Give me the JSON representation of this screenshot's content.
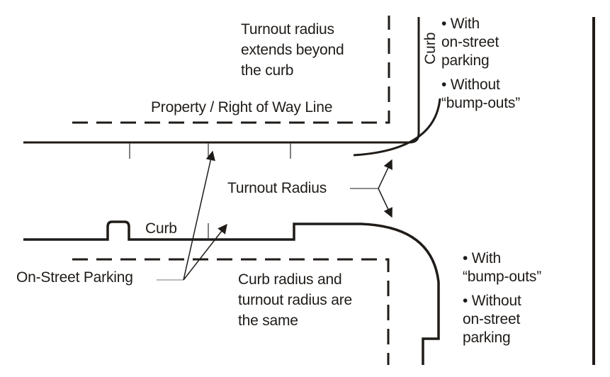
{
  "colors": {
    "ink": "#1f1b18",
    "thin_line": "#555555"
  },
  "labels": {
    "turnout_note": "Turnout radius\nextends beyond\nthe curb",
    "property_line": "Property / Right of Way Line",
    "curb_vertical": "Curb",
    "turnout_radius": "Turnout Radius",
    "curb_bottom": "Curb",
    "on_street_parking": "On-Street Parking",
    "curb_note": "Curb radius and\nturnout radius are\nthe same"
  },
  "top_case": {
    "bullets": [
      "• With\non-street\nparking",
      "• Without\n“bump-outs”"
    ]
  },
  "bottom_case": {
    "bullets": [
      "• With\n“bump-outs”",
      "• Without\non-street\nparking"
    ]
  }
}
